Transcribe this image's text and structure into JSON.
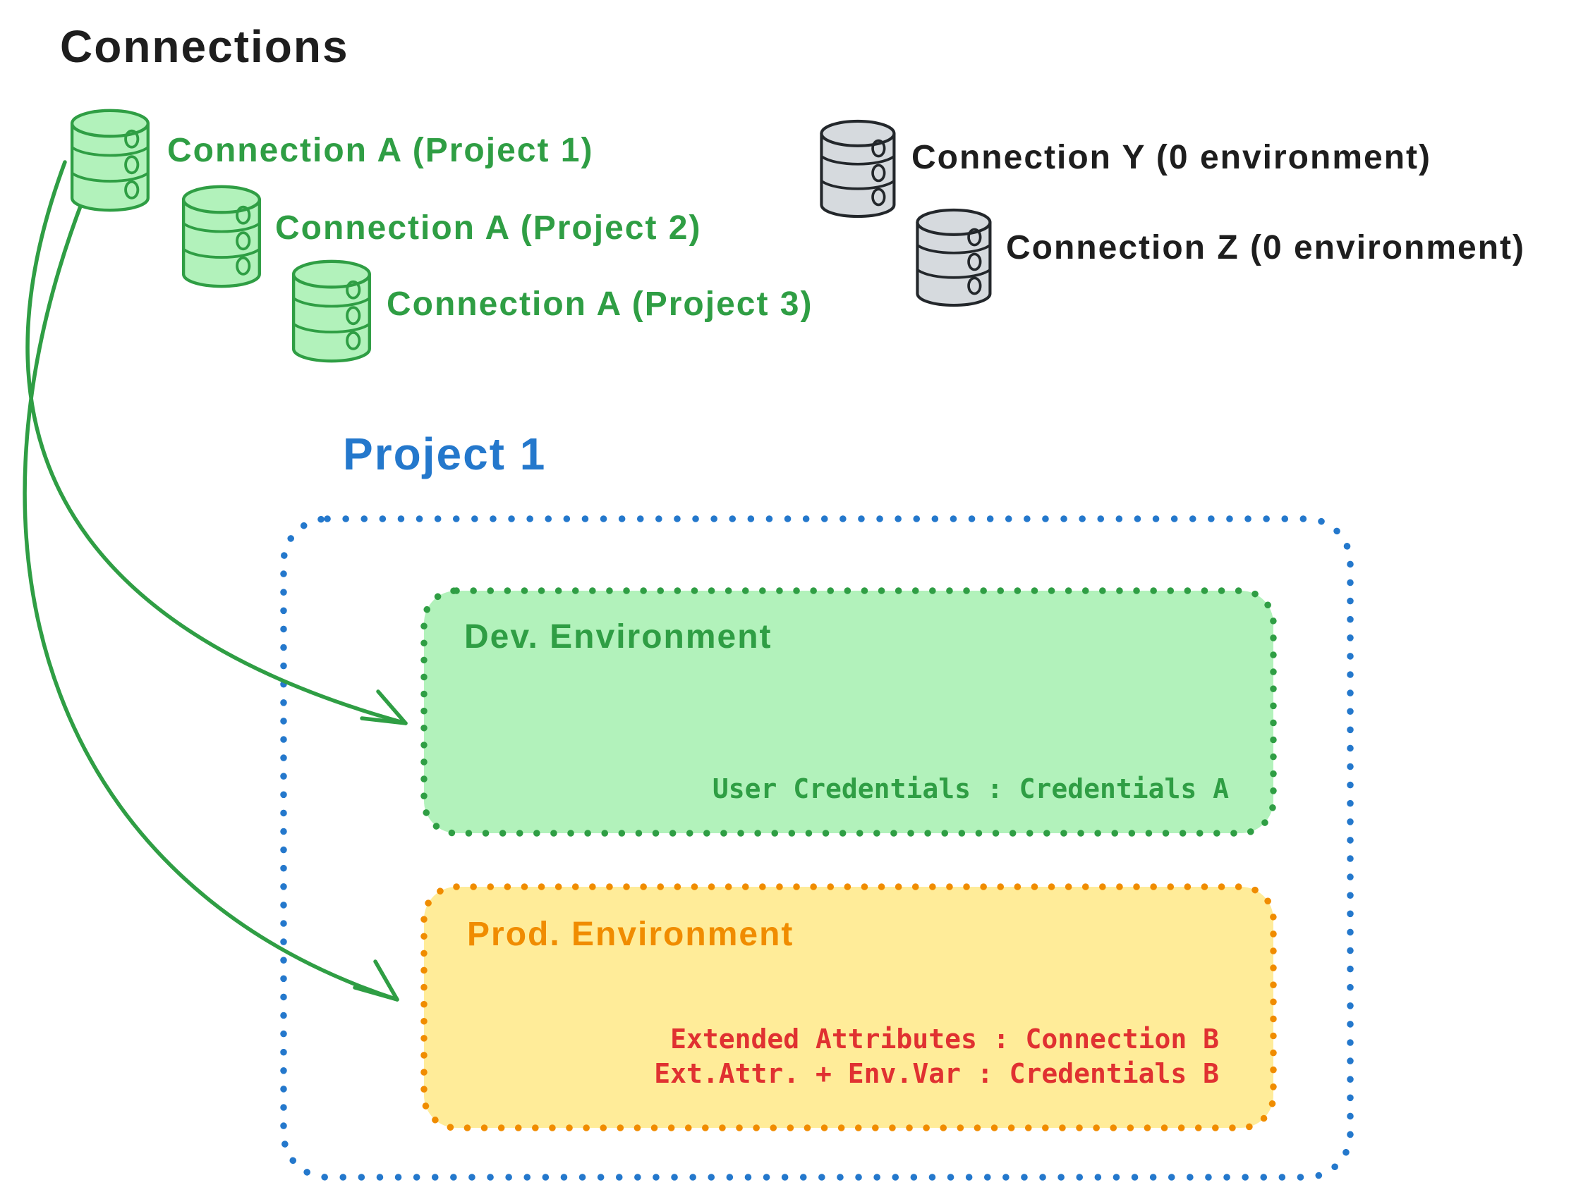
{
  "title": "Connections",
  "connections": {
    "green": [
      {
        "label": "Connection A (Project 1)"
      },
      {
        "label": "Connection A (Project 2)"
      },
      {
        "label": "Connection A (Project 3)"
      }
    ],
    "gray": [
      {
        "label": "Connection Y (0 environment)"
      },
      {
        "label": "Connection Z (0 environment)"
      }
    ]
  },
  "project": {
    "title": "Project 1",
    "dev_environment": {
      "label": "Dev. Environment",
      "credentials_line": "User Credentials : Credentials A"
    },
    "prod_environment": {
      "label": "Prod. Environment",
      "lines": [
        "Extended Attributes : Connection B",
        "Ext.Attr. + Env.Var : Credentials B"
      ]
    }
  },
  "colors": {
    "ink": "#1e1e1e",
    "green_stroke": "#2f9e44",
    "green_fill": "#b2f2bb",
    "blue": "#2478cc",
    "orange": "#f08c00",
    "yellow_fill": "#ffec99",
    "red": "#e03131",
    "gray_fill": "#d6dade"
  }
}
